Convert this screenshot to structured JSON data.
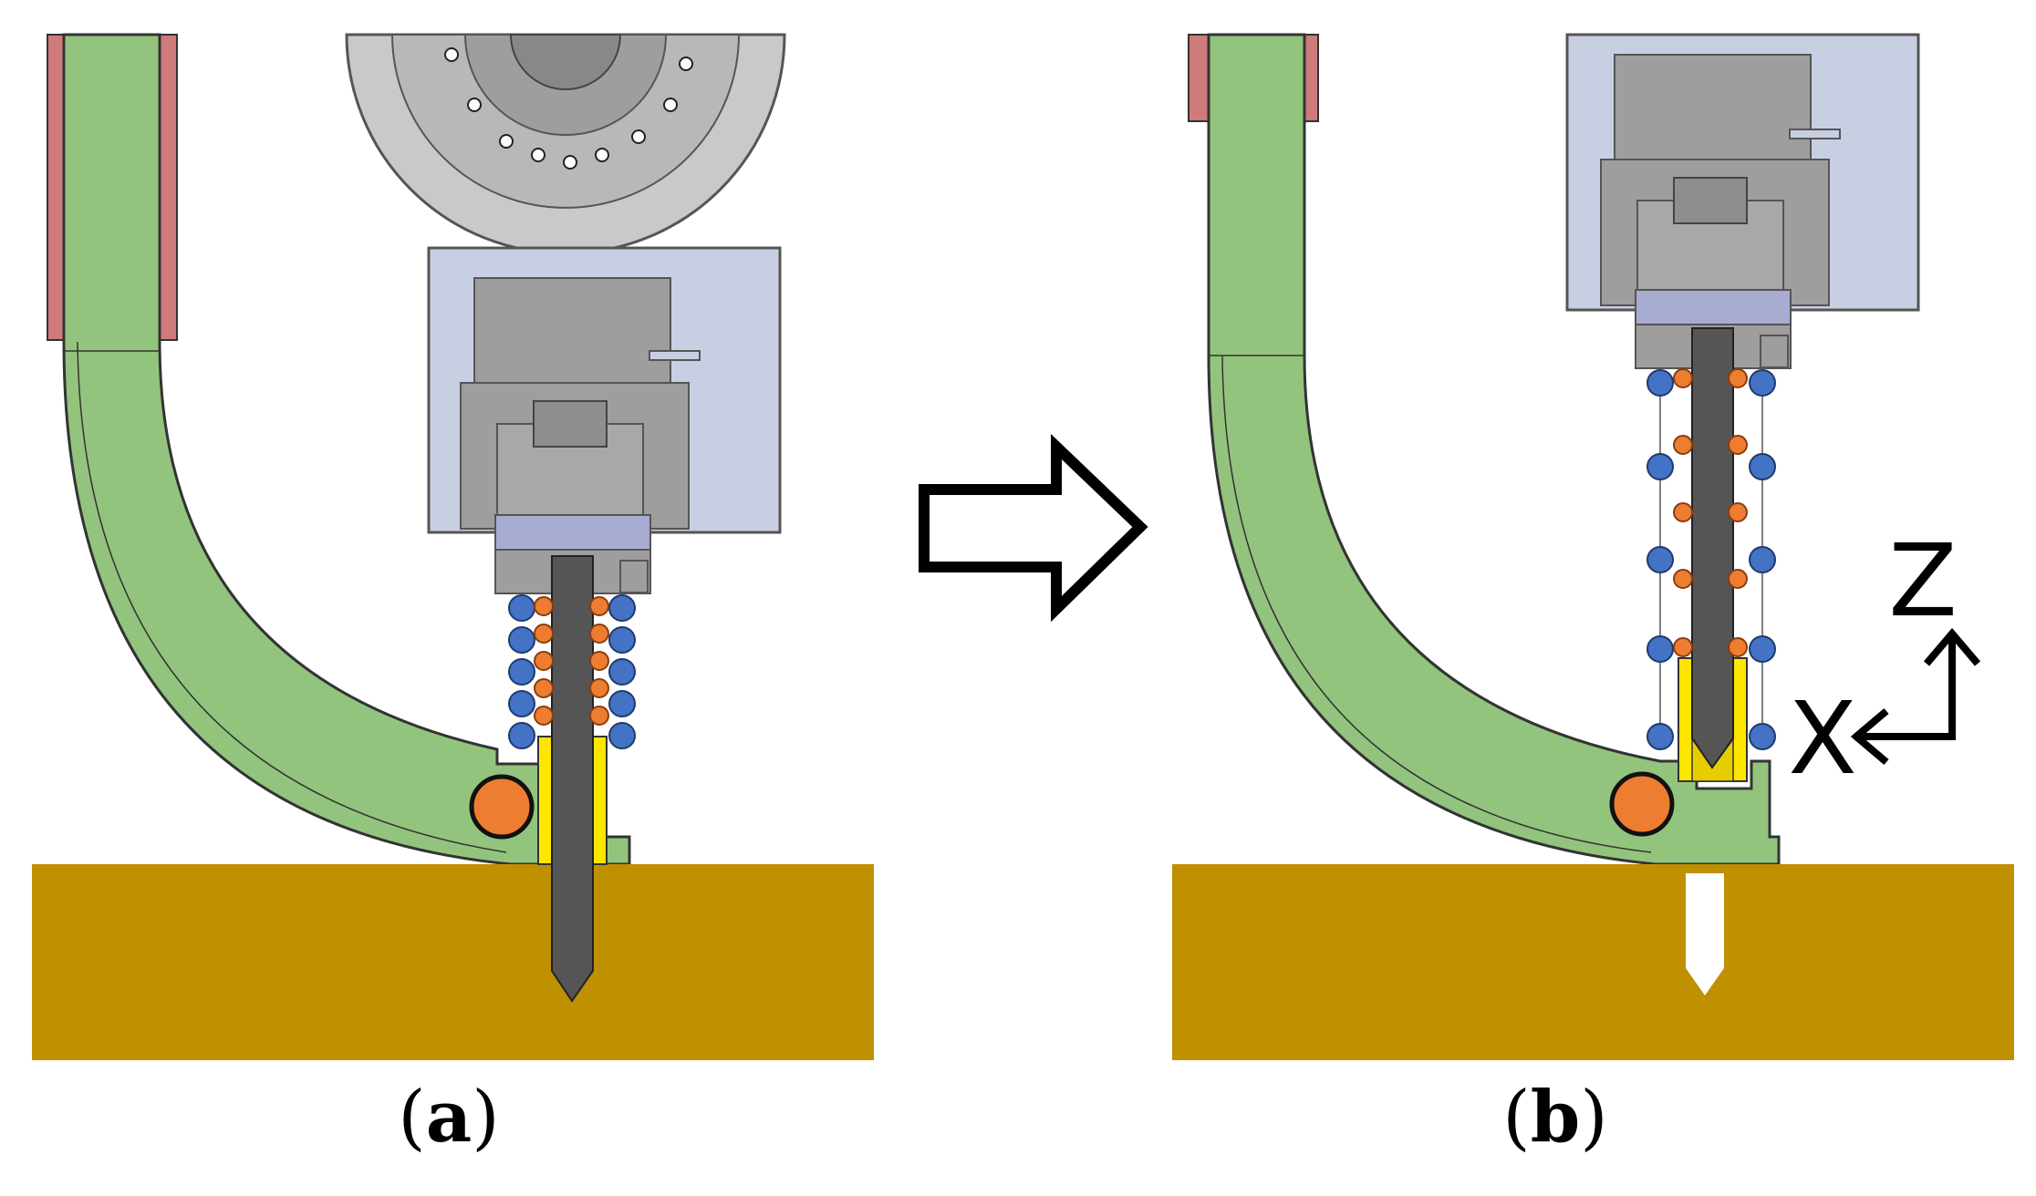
{
  "panels": [
    {
      "id": "a",
      "caption_open": "(",
      "caption_letter": "a",
      "caption_close": ")"
    },
    {
      "id": "b",
      "caption_open": "(",
      "caption_letter": "b",
      "caption_close": ")"
    }
  ],
  "axes": {
    "z_label": "Z",
    "x_label": "X"
  },
  "colors": {
    "guide_green": "#93c47d",
    "workpiece": "#bf9000",
    "housing_blue": "#c9cfe3",
    "grey_metal": "#9e9e9e",
    "dark_tool": "#555555",
    "spring_blue": "#4472c4",
    "spring_orange": "#ed7d31",
    "sleeve_yellow": "#ffe600",
    "rail_red": "#cd7b7b"
  },
  "icons": {
    "arrow": "hollow-right-arrow-icon"
  }
}
